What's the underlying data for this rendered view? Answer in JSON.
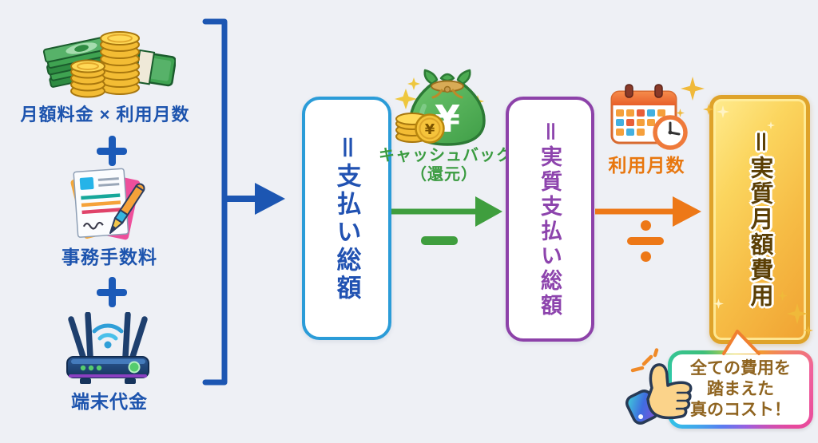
{
  "colors": {
    "background": "#eef0f5",
    "blue_accent": "#1d54ae",
    "blue_box_border": "#2b9cd8",
    "green_accent": "#3a9b40",
    "purple_accent": "#8d44ad",
    "orange_accent": "#ed7817",
    "gold_border": "#dfa32a",
    "gold_text": "#5b3f05",
    "callout_text": "#8f6420"
  },
  "cost_items": [
    {
      "label": "月額料金 × 利用月数",
      "icon": "money-stack-icon"
    },
    {
      "label": "事務手数料",
      "icon": "documents-icon"
    },
    {
      "label": "端末代金",
      "icon": "router-icon"
    }
  ],
  "operators": {
    "add": "plus-icon",
    "subtract": "minus-icon",
    "divide": "divide-icon"
  },
  "steps": {
    "total_payment": "＝支払い総額",
    "net_payment": "＝実質支払い総額",
    "monthly_cost": "＝実質月額費用"
  },
  "modifiers": {
    "cashback": {
      "line1": "キャッシュバック",
      "line2": "（還元）",
      "icon": "money-bag-icon"
    },
    "usage_months": {
      "label": "利用月数",
      "icon": "calendar-clock-icon"
    }
  },
  "callout": {
    "lines": [
      "全ての費用を",
      "踏まえた",
      "真のコスト！"
    ],
    "icon": "thumbs-up-icon"
  }
}
